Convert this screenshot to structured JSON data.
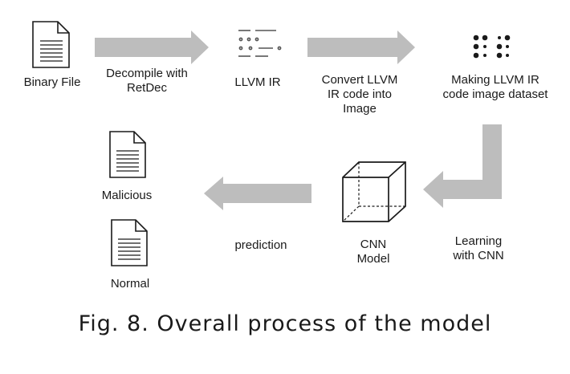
{
  "nodes": {
    "binary_file": {
      "label": "Binary File",
      "icon": "document-icon"
    },
    "llvm_ir": {
      "label": "LLVM IR",
      "icon": "code-lines-icon"
    },
    "image_dataset": {
      "label": "Making LLVM IR\ncode image dataset",
      "icon": "dot-pattern-icon"
    },
    "cnn_model": {
      "label": "CNN\nModel",
      "icon": "cube-icon"
    },
    "malicious": {
      "label": "Malicious",
      "icon": "document-icon"
    },
    "normal": {
      "label": "Normal",
      "icon": "document-icon"
    }
  },
  "edges": {
    "decompile": {
      "label": "Decompile with\nRetDec"
    },
    "convert": {
      "label": "Convert LLVM\nIR code into\nImage"
    },
    "learning": {
      "label": "Learning\nwith CNN"
    },
    "prediction": {
      "label": "prediction"
    }
  },
  "caption": "Fig. 8. Overall process of the model",
  "colors": {
    "arrow": "#bdbdbd",
    "stroke": "#1a1a1a"
  }
}
